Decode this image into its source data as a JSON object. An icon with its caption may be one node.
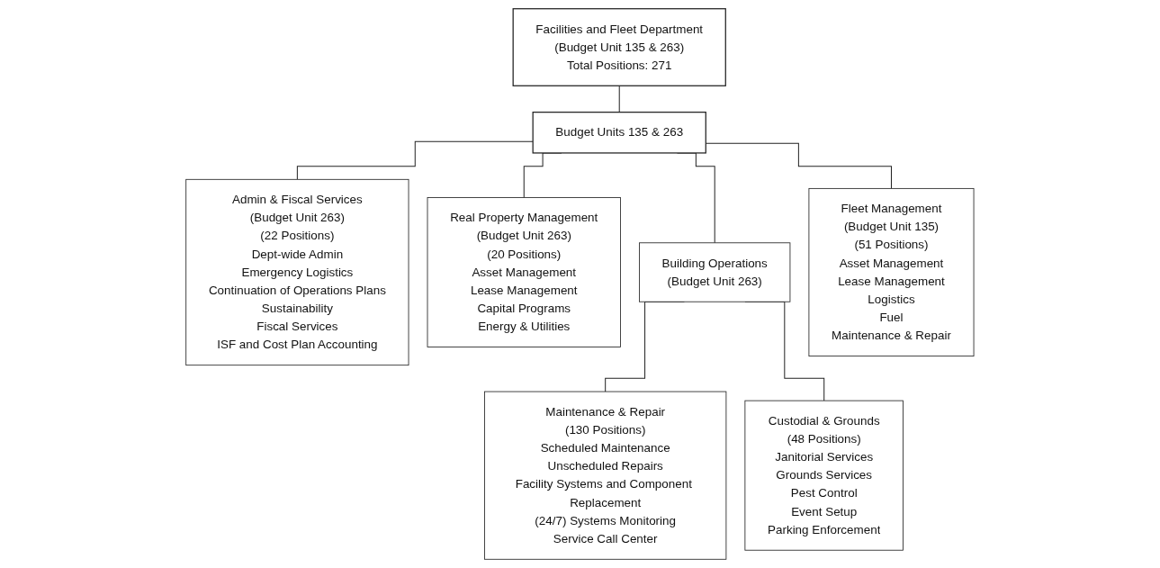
{
  "diagram": {
    "nodes": [
      {
        "text": [
          "Facilities and Fleet Department",
          "(Budget Unit 135 & 263)",
          "Total Positions: 271"
        ]
      },
      {
        "text": [
          "Budget Units 135 & 263"
        ]
      },
      {
        "text": [
          "Admin & Fiscal Services",
          "(Budget Unit 263)",
          "(22 Positions)",
          "Dept-wide Admin",
          "Emergency Logistics",
          "Continuation of Operations Plans",
          "Sustainability",
          "Fiscal Services",
          "ISF and Cost Plan Accounting"
        ]
      },
      {
        "text": [
          "Real Property Management",
          "(Budget Unit 263)",
          "(20 Positions)",
          "Asset Management",
          "Lease Management",
          "Capital Programs",
          "Energy & Utilities"
        ]
      },
      {
        "text": [
          "Building Operations",
          "(Budget Unit 263)"
        ]
      },
      {
        "text": [
          "Maintenance & Repair",
          "(130 Positions)",
          "Scheduled Maintenance",
          "Unscheduled Repairs",
          "Facility Systems and Component Replacement",
          "(24/7) Systems Monitoring",
          "Service Call Center"
        ]
      },
      {
        "text": [
          "Custodial & Grounds",
          "(48 Positions)",
          "Janitorial Services",
          "Grounds Services",
          "Pest Control",
          "Event Setup",
          "Parking Enforcement"
        ]
      },
      {
        "text": [
          "Fleet Management",
          "(Budget Unit 135)",
          "(51 Positions)",
          "Asset Management",
          "Lease Management",
          "Logistics",
          "Fuel",
          "Maintenance & Repair"
        ]
      }
    ],
    "edges": [
      {
        "from": 0,
        "to": 1,
        "arrow": "none"
      },
      {
        "from": 1,
        "to": 2,
        "arrow": "none"
      },
      {
        "from": 1,
        "to": 3,
        "arrow": "none"
      },
      {
        "from": 1,
        "to": 4,
        "arrow": "none"
      },
      {
        "from": 1,
        "to": 7,
        "arrow": "none"
      },
      {
        "from": 4,
        "to": 5,
        "arrow": "none"
      },
      {
        "from": 4,
        "to": 6,
        "arrow": "none"
      }
    ]
  }
}
